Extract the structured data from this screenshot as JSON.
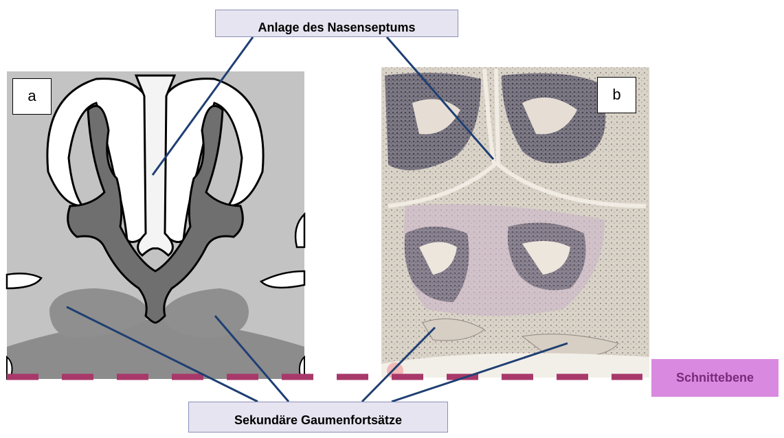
{
  "labels": {
    "top": "Anlage des Nasenseptums",
    "bottom": "Sekundäre Gaumenfortsätze",
    "plane": "Schnittebene"
  },
  "panels": {
    "a": "a",
    "b": "b"
  },
  "colors": {
    "leader_line": "#1f3f73",
    "cut_plane": "#a8386a",
    "label_fill": "#e6e4f0",
    "plane_fill": "#d98ae0"
  }
}
